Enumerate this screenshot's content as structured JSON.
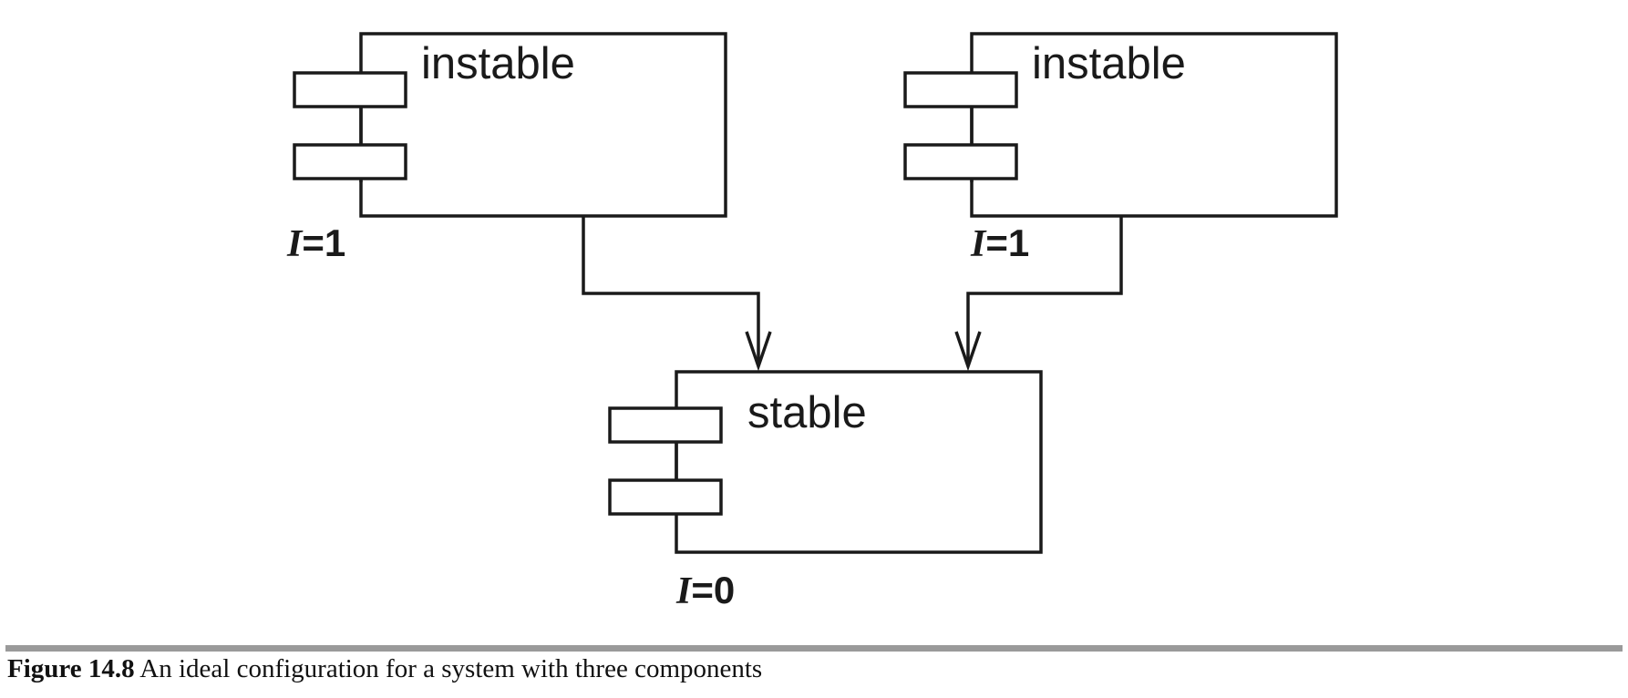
{
  "diagram": {
    "components": [
      {
        "id": "left",
        "name": "instable",
        "metric_symbol": "I",
        "metric_value": "=1"
      },
      {
        "id": "right",
        "name": "instable",
        "metric_symbol": "I",
        "metric_value": "=1"
      },
      {
        "id": "bottom",
        "name": "stable",
        "metric_symbol": "I",
        "metric_value": "=0"
      }
    ],
    "dependencies": [
      {
        "from": "left",
        "to": "bottom"
      },
      {
        "from": "right",
        "to": "bottom"
      }
    ]
  },
  "caption": {
    "label": "Figure 14.8",
    "text": "An ideal configuration for a system with three components"
  }
}
